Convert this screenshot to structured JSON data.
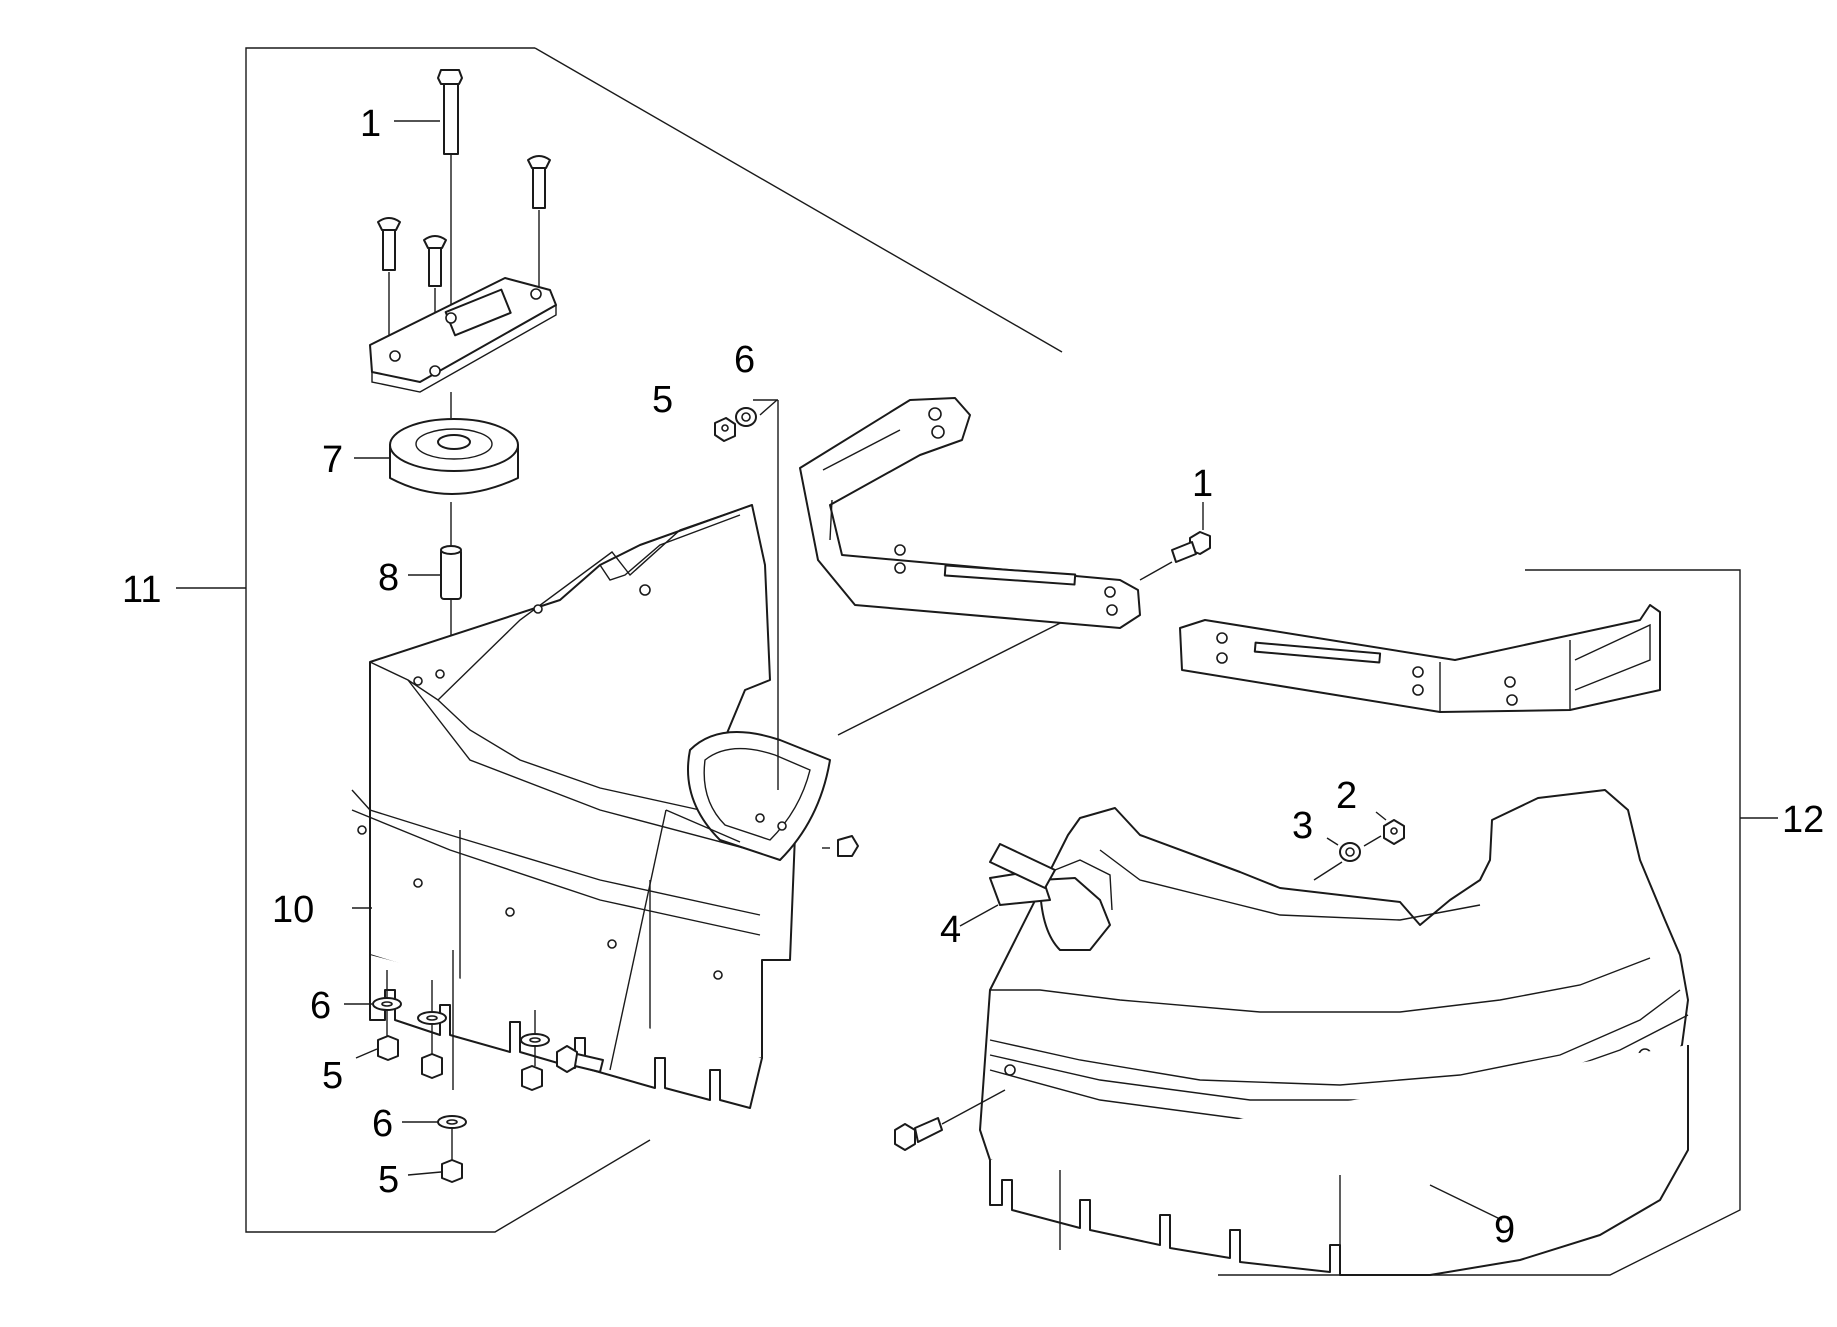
{
  "callouts": [
    {
      "id": "c1a",
      "text": "1"
    },
    {
      "id": "c6a",
      "text": "6"
    },
    {
      "id": "c5a",
      "text": "5"
    },
    {
      "id": "c7",
      "text": "7"
    },
    {
      "id": "c1b",
      "text": "1"
    },
    {
      "id": "c8",
      "text": "8"
    },
    {
      "id": "c11",
      "text": "11"
    },
    {
      "id": "c12",
      "text": "12"
    },
    {
      "id": "c2",
      "text": "2"
    },
    {
      "id": "c3",
      "text": "3"
    },
    {
      "id": "c4",
      "text": "4"
    },
    {
      "id": "c10",
      "text": "10"
    },
    {
      "id": "c6b",
      "text": "6"
    },
    {
      "id": "c5b",
      "text": "5"
    },
    {
      "id": "c6c",
      "text": "6"
    },
    {
      "id": "c5c",
      "text": "5"
    },
    {
      "id": "c9",
      "text": "9"
    }
  ]
}
